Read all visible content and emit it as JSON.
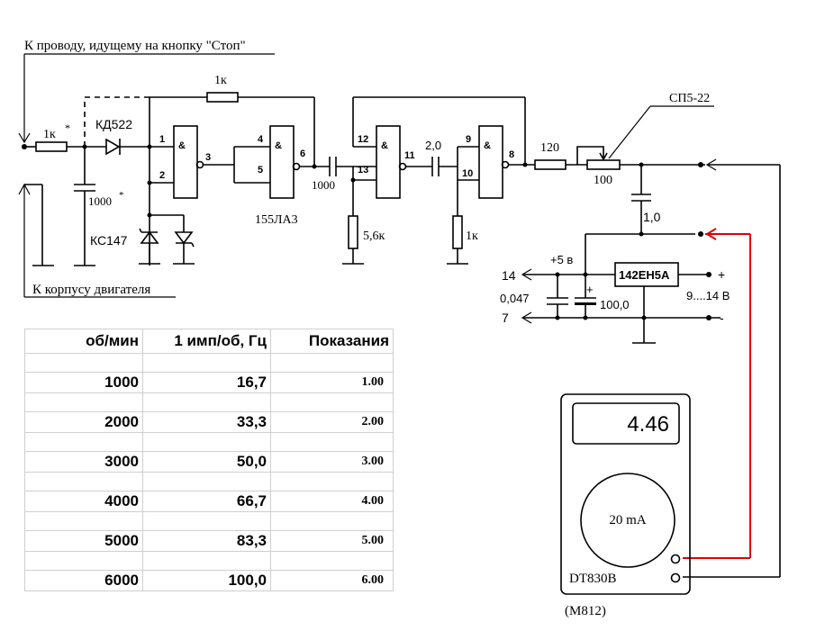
{
  "labels": {
    "stop_wire": "К проводу, идущему на кнопку \"Стоп\"",
    "engine_body": "К корпусу двигателя",
    "r_top": "1к",
    "r_in": "1к",
    "r_in_star": "*",
    "diode": "КД522",
    "cap_in": "1000",
    "cap_in_star": "*",
    "zener": "КС147",
    "ic_name": "155ЛА3",
    "cap_mid": "1000",
    "r_56": "5,6к",
    "cap_20": "2,0",
    "r_1k_low": "1к",
    "r_120": "120",
    "pot_label": "СП5-22",
    "pot_val": "100",
    "cap_10": "1,0",
    "plus5": "+5 в",
    "pin14": "14",
    "pin7": "7",
    "cap_0047": "0,047",
    "cap_100": "100,0",
    "cap_plus": "+",
    "regulator": "142ЕН5А",
    "supply_plus": "+",
    "supply_range": "9....14 В",
    "supply_minus": "-",
    "gate_pins": [
      "1",
      "2",
      "3",
      "4",
      "5",
      "6",
      "12",
      "13",
      "11",
      "9",
      "10",
      "8"
    ],
    "gate_symbol": "&"
  },
  "meter": {
    "reading": "4.46",
    "range": "20 mA",
    "model": "DT830B",
    "alt_model": "(M812)"
  },
  "table": {
    "headers": [
      "об/мин",
      "1 имп/об,  Гц",
      "Показания"
    ],
    "rows": [
      {
        "rpm": "1000",
        "hz": "16,7",
        "reading": "1.00"
      },
      {
        "rpm": "2000",
        "hz": "33,3",
        "reading": "2.00"
      },
      {
        "rpm": "3000",
        "hz": "50,0",
        "reading": "3.00"
      },
      {
        "rpm": "4000",
        "hz": "66,7",
        "reading": "4.00"
      },
      {
        "rpm": "5000",
        "hz": "83,3",
        "reading": "5.00"
      },
      {
        "rpm": "6000",
        "hz": "100,0",
        "reading": "6.00"
      }
    ]
  }
}
